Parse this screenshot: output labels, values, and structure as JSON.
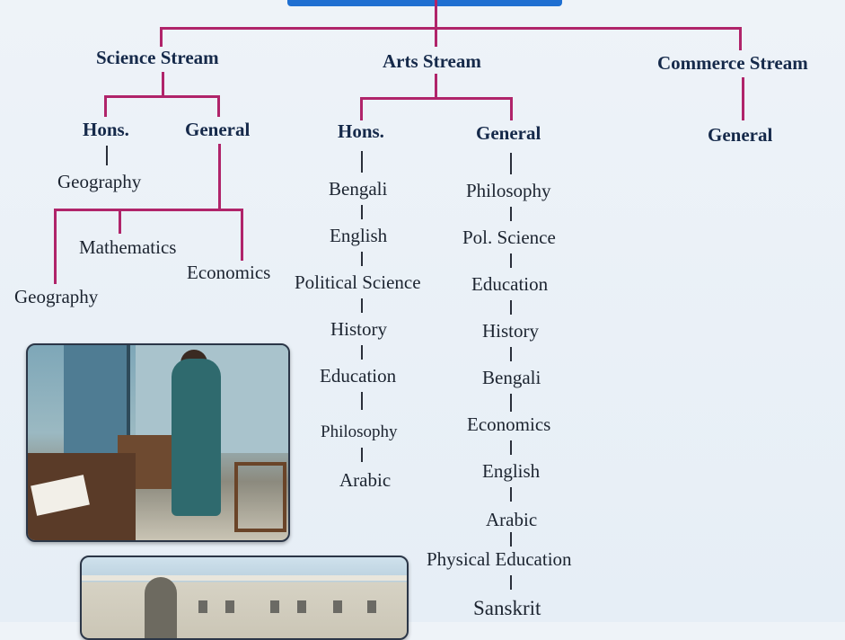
{
  "streams": {
    "science": "Science Stream",
    "arts": "Arts Stream",
    "commerce": "Commerce Stream"
  },
  "science": {
    "hons_label": "Hons.",
    "general_label": "General",
    "hons_subjects": [
      "Geography"
    ],
    "general_subjects": [
      "Geography",
      "Mathematics",
      "Economics"
    ]
  },
  "arts": {
    "hons_label": "Hons.",
    "general_label": "General",
    "hons_subjects": [
      "Bengali",
      "English",
      "Political Science",
      "History",
      "Education",
      "Philosophy",
      "Arabic"
    ],
    "general_subjects": [
      "Philosophy",
      "Pol. Science",
      "Education",
      "History",
      "Bengali",
      "Economics",
      "English",
      "Arabic",
      "Physical Education",
      "Sanskrit"
    ]
  },
  "commerce": {
    "general_label": "General"
  },
  "colors": {
    "connector": "#b0246a",
    "heading": "#15294a",
    "accent": "#1f6fd1"
  }
}
